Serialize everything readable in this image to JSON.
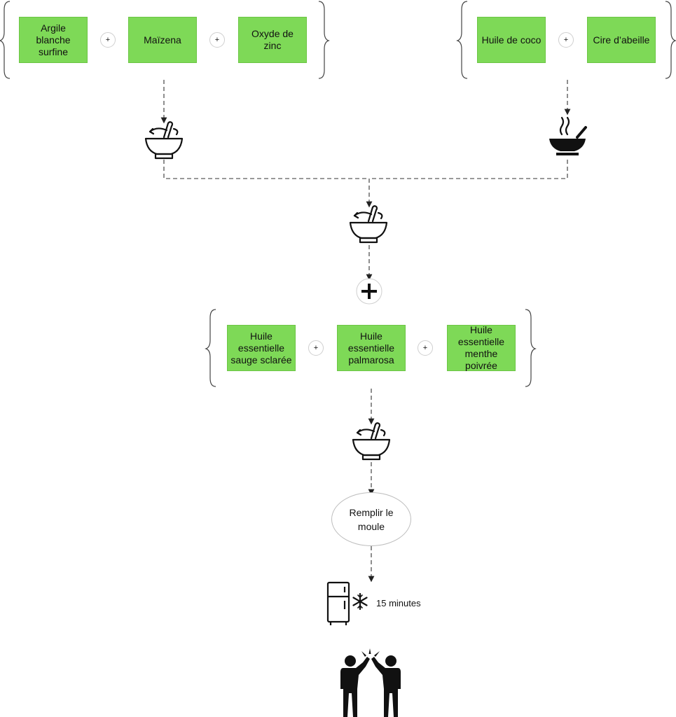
{
  "group1": {
    "items": [
      "Argile blanche surfine",
      "Maïzena",
      "Oxyde de zinc"
    ]
  },
  "group2": {
    "items": [
      "Huile de coco",
      "Cire d’abeille"
    ]
  },
  "group3": {
    "items": [
      "Huile essentielle sauge sclarée",
      "Huile essentielle palmarosa",
      "Huile essentielle menthe poivrée"
    ]
  },
  "plus_symbol": "+",
  "fill_step": "Remplir le moule",
  "chill": {
    "duration": "15 minutes"
  },
  "colors": {
    "box_fill": "#7ed957",
    "line": "#333333",
    "icon": "#111111"
  },
  "icons": [
    "mortar-pestle-icon",
    "heated-bowl-icon",
    "big-plus-icon",
    "fridge-icon",
    "snowflake-icon",
    "high-five-icon"
  ]
}
